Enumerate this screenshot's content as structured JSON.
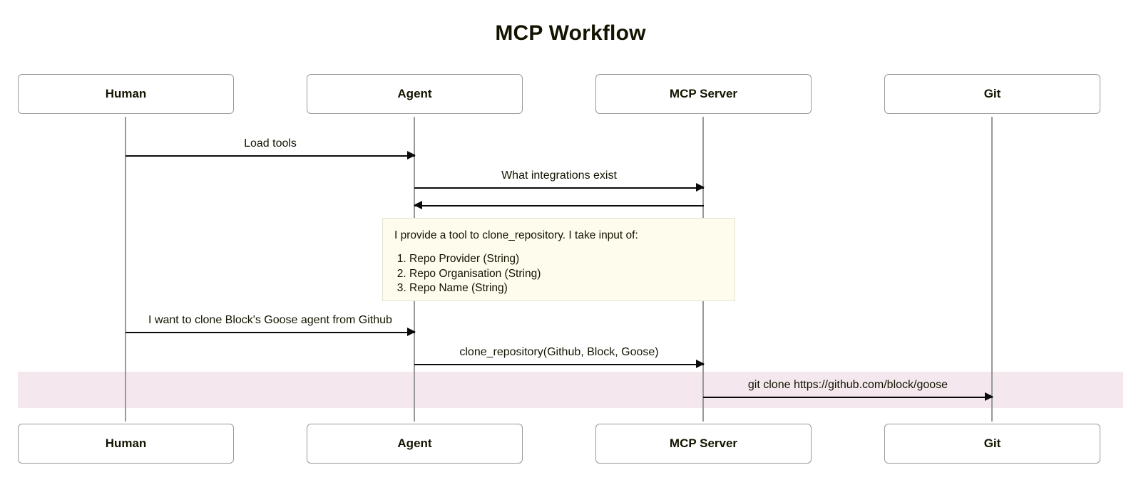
{
  "diagram": {
    "title": "MCP Workflow",
    "type": "sequence-diagram",
    "participants": [
      {
        "id": "human",
        "label": "Human"
      },
      {
        "id": "agent",
        "label": "Agent"
      },
      {
        "id": "mcp_server",
        "label": "MCP Server"
      },
      {
        "id": "git",
        "label": "Git"
      }
    ],
    "messages": [
      {
        "label": "Load tools",
        "from": "human",
        "to": "agent",
        "direction": "right",
        "style": "solid"
      },
      {
        "label": "What integrations exist",
        "from": "agent",
        "to": "mcp_server",
        "direction": "right",
        "style": "solid"
      },
      {
        "label": "",
        "from": "mcp_server",
        "to": "agent",
        "direction": "left",
        "style": "solid"
      },
      {
        "label": "I want to clone Block's Goose agent from Github",
        "from": "human",
        "to": "agent",
        "direction": "right",
        "style": "solid"
      },
      {
        "label": "clone_repository(Github, Block, Goose)",
        "from": "agent",
        "to": "mcp_server",
        "direction": "right",
        "style": "solid"
      },
      {
        "label": "git clone https://github.com/block/goose",
        "from": "mcp_server",
        "to": "git",
        "direction": "right",
        "style": "solid"
      }
    ],
    "note": {
      "over": "mcp_server",
      "heading": "I provide a tool to clone_repository. I take input of:",
      "items": [
        "Repo Provider (String)",
        "Repo Organisation (String)",
        "Repo Name (String)"
      ]
    },
    "highlight": {
      "label": "",
      "color": "#f4e8ee"
    },
    "colors": {
      "background": "#ffffff",
      "actor_border": "#999999",
      "lifeline": "#999999",
      "arrow": "#0b0b0b",
      "note_background": "#fdfced",
      "note_border": "#e6e4cf",
      "text": "#131300"
    }
  }
}
